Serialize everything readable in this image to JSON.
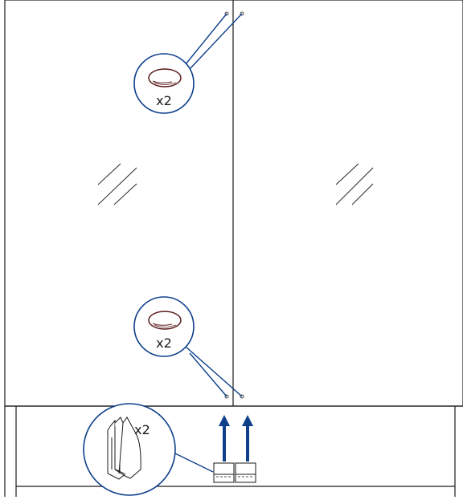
{
  "callouts": {
    "top_bumper": {
      "quantity": "x2",
      "part": "bumper-pad"
    },
    "bottom_bumper": {
      "quantity": "x2",
      "part": "bumper-pad"
    },
    "bottom_clip": {
      "quantity": "x2",
      "part": "glass-clip"
    }
  },
  "glass_panels": [
    "left-glass-door",
    "right-glass-door"
  ],
  "colors": {
    "line": "#1a1a1a",
    "callout_stroke": "#0d3f8a",
    "arrow": "#0d3f8a",
    "bumper": "#5a1a1a"
  },
  "icons": {
    "arrow": "up-arrow-icon",
    "bumper": "bumper-pad-icon",
    "clip": "glass-clip-icon",
    "glass": "glass-hatch-icon"
  }
}
